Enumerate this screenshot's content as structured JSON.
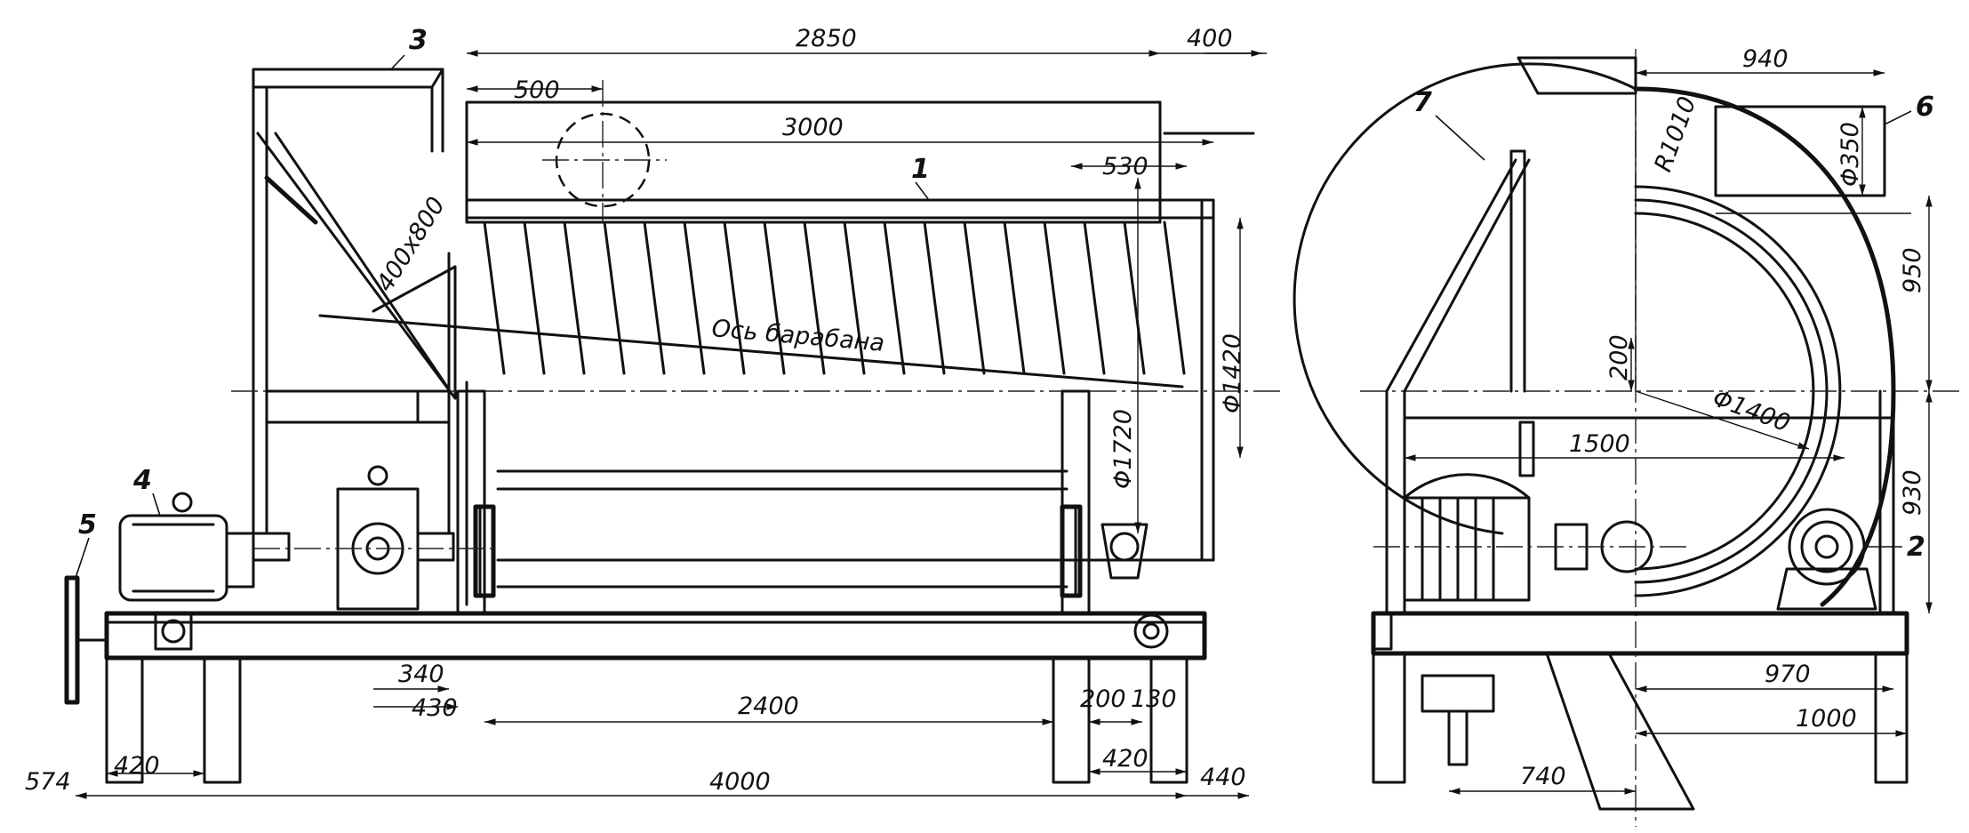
{
  "figure": {
    "part_labels": [
      "1",
      "2",
      "3",
      "4",
      "5",
      "6",
      "7"
    ],
    "axis_label": "Ось барабана",
    "front_view_dims": {
      "top_length": "2850",
      "top_right": "400",
      "hopper_offset": "500",
      "drum_length": "3000",
      "right_offset": "530",
      "chute": "400x800",
      "diameter_outer": "Φ1420",
      "diameter_frame": "Φ1720",
      "bottom_340": "340",
      "bottom_430": "430",
      "base_span": "2400",
      "right_200": "200",
      "right_130": "130",
      "right_420": "420",
      "overall": "4000",
      "left_574": "574",
      "left_420": "420",
      "right_440": "440"
    },
    "side_view_dims": {
      "top_width": "940",
      "pipe_diameter": "Φ350",
      "radius": "R1010",
      "height_upper": "950",
      "offset_200": "200",
      "drum_diameter": "Φ1400",
      "width_1500": "1500",
      "height_lower": "930",
      "width_970": "970",
      "width_1000": "1000",
      "width_740": "740"
    }
  },
  "colors": {
    "ink": "#111111",
    "paper": "#ffffff"
  }
}
